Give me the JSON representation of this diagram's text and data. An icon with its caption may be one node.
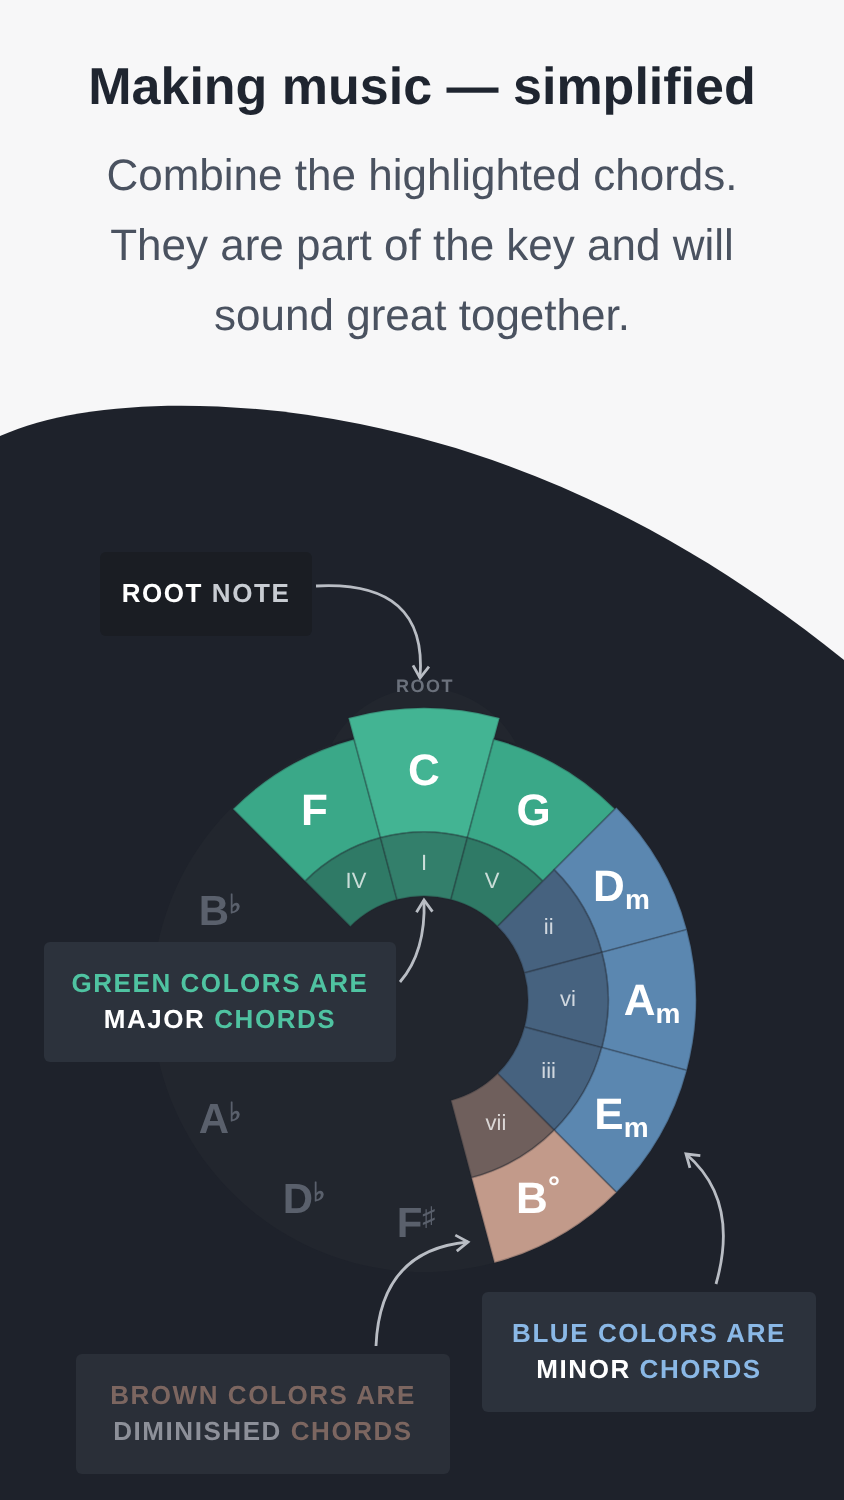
{
  "diagram": {
    "title": "Making music — simplified",
    "nodes": [
      {
        "text": [
          "**ROOT** NOTE"
        ]
      },
      {
        "text": [
          "F"
        ]
      },
      {
        "text": [
          "C"
        ],
        "beside": [
          "ROOT"
        ]
      },
      {
        "text": [
          "G"
        ]
      },
      {
        "text": [
          "IV"
        ]
      },
      {
        "text": [
          "I"
        ]
      },
      {
        "text": [
          "V"
        ]
      },
      {
        "text": [
          "D$_{m}$"
        ]
      },
      {
        "text": [
          "ii"
        ]
      },
      {
        "text": [
          "A$_{m}$"
        ]
      },
      {
        "text": [
          "vi"
        ]
      },
      {
        "text": [
          "iii"
        ]
      },
      {
        "text": [
          "E$_{m}$"
        ]
      },
      {
        "text": [
          "vii"
        ]
      },
      {
        "text": [
          "B$^{°}$"
        ]
      },
      {
        "text": [
          "GREEN COLORS ARE **MAJOR** CHORDS"
        ]
      },
      {
        "text": [
          "BLUE COLORS ARE **MINOR** CHORDS"
        ]
      },
      {
        "text": [
          "BROWN COLORS ARE **DIMINISHED** CHORDS"
        ]
      }
    ],
    "edges": [
      {
        "from": 0,
        "to": 2,
        "arrow": "to"
      },
      {
        "from": 15,
        "to": 5,
        "arrow": "to"
      },
      {
        "from": 16,
        "to": 12,
        "arrow": "to"
      },
      {
        "from": 17,
        "to": 14,
        "arrow": "to"
      }
    ],
    "labels": [
      "Combine the highlighted chords. They are part of the key and will sound great together.",
      "B$^{♭}$",
      "A$^{♭}$",
      "D$^{♭}$",
      "F$^{♯}$"
    ]
  }
}
